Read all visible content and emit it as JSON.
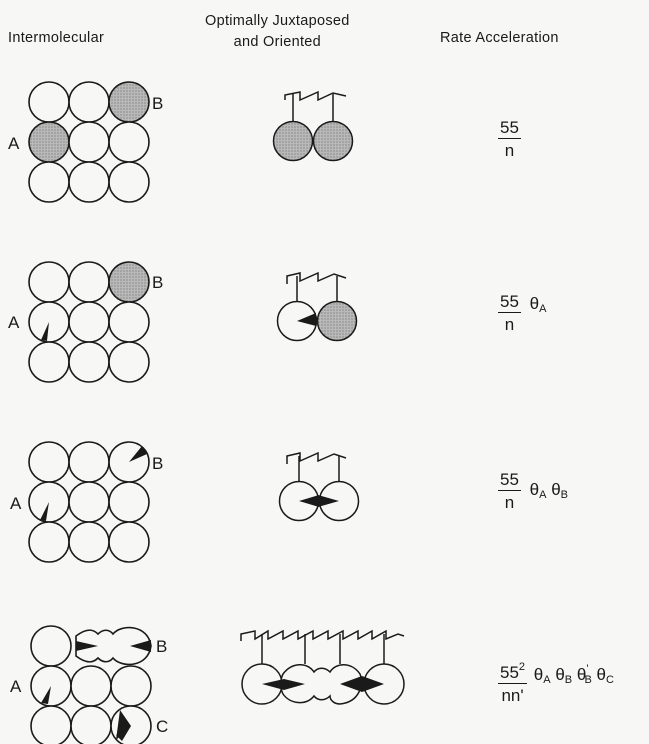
{
  "headers": {
    "col1": "Intermolecular",
    "col2_line1": "Optimally Juxtaposed",
    "col2_line2": "and Oriented",
    "col3": "Rate Acceleration"
  },
  "labels": {
    "a": "A",
    "b": "B",
    "c": "C"
  },
  "rows": [
    {
      "num": "55",
      "den": "n",
      "terms": []
    },
    {
      "num": "55",
      "den": "n",
      "terms": [
        {
          "sym": "θ",
          "sub": "A",
          "sup": ""
        }
      ]
    },
    {
      "num": "55",
      "den": "n",
      "terms": [
        {
          "sym": "θ",
          "sub": "A",
          "sup": ""
        },
        {
          "sym": "θ",
          "sub": "B",
          "sup": ""
        }
      ]
    },
    {
      "num": "55",
      "num_sup": "2",
      "den": "nn'",
      "terms": [
        {
          "sym": "θ",
          "sub": "A",
          "sup": ""
        },
        {
          "sym": "θ",
          "sub": "B",
          "sup": ""
        },
        {
          "sym": "θ",
          "sub": "B",
          "sup": "'"
        },
        {
          "sym": "θ",
          "sub": "C",
          "sup": ""
        }
      ]
    }
  ]
}
